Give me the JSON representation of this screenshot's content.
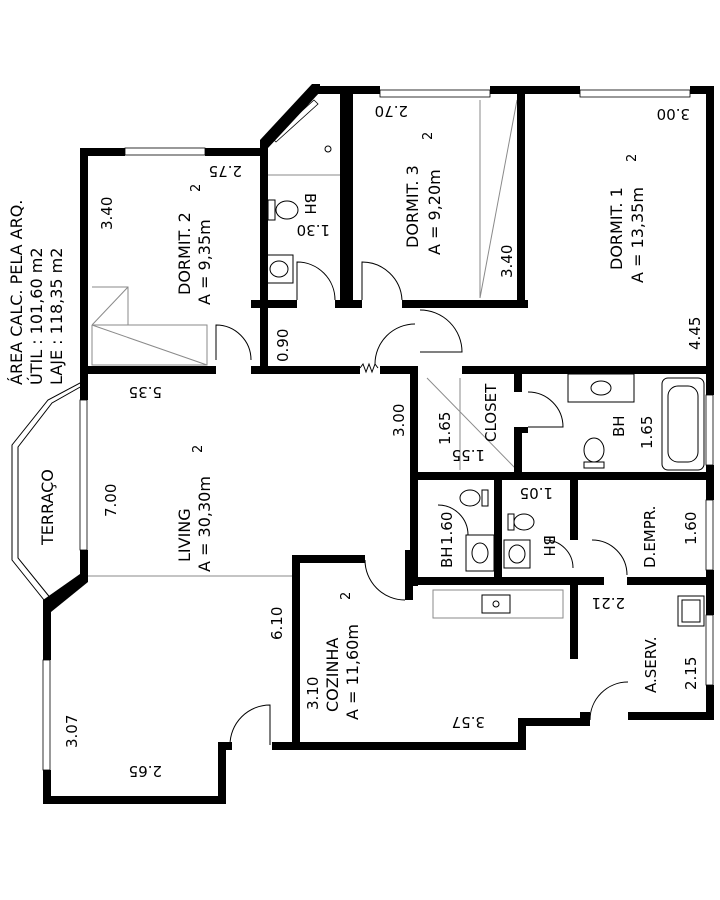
{
  "area_note": {
    "line1": "ÁREA CALC. PELA ARQ.",
    "line2": "ÚTIL : 101,60 m2",
    "line3": "LAJE : 118,35 m2"
  },
  "rooms": {
    "terraco": "TERRAÇO",
    "dormit2": {
      "name": "DORMIT. 2",
      "area": "A = 9,35m",
      "sup": "2"
    },
    "dormit3": {
      "name": "DORMIT. 3",
      "area": "A = 9,20m",
      "sup": "2"
    },
    "dormit1": {
      "name": "DORMIT. 1",
      "area": "A = 13,35m",
      "sup": "2"
    },
    "bh_top": "BH",
    "closet": "CLOSET",
    "bh_suite": "BH",
    "bh_center": "BH",
    "bh_small": "BH",
    "d_empr": "D.EMPR.",
    "living": {
      "name": "LIVING",
      "area": "A = 30,30m",
      "sup": "2"
    },
    "cozinha": {
      "name": "COZINHA",
      "area": "A = 11,60m",
      "sup": "2"
    },
    "a_serv": "A.SERV."
  },
  "dimensions": {
    "dormit2_w": "3.40",
    "dormit2_d": "2.75",
    "bh_top": "1.30",
    "dormit3_w": "2.70",
    "dormit3_d": "3.40",
    "dormit1_w": "3.00",
    "dormit1_d": "4.45",
    "hall": "0.90",
    "living_top": "5.35",
    "living_w": "7.00",
    "living_front": "6.10",
    "terraco_w": "3.07",
    "terraco_d": "2.65",
    "hall2": "3.00",
    "closet_w": "1.65",
    "closet_d": "1.55",
    "bh_suite": "1.65",
    "bh_center": "1.60",
    "bh_small": "1.05",
    "d_empr": "1.60",
    "a_serv_w": "2.21",
    "a_serv_d": "2.15",
    "cozinha_w": "3.10",
    "cozinha_d": "3.57"
  }
}
